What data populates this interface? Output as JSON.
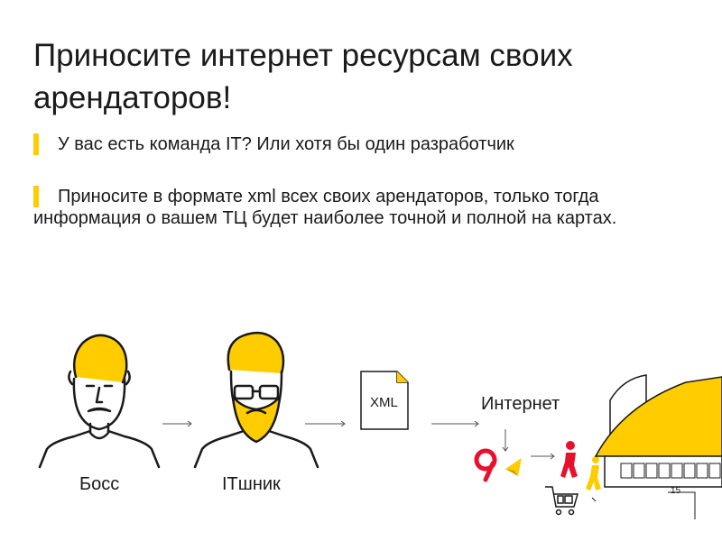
{
  "slide": {
    "title": "Приносите интернет ресурсам своих арендаторов!",
    "bullets": [
      "У вас есть команда IT? Или хотя бы один разработчик",
      "Приносите в формате xml всех своих арендаторов, только тогда информация о вашем ТЦ будет наиболее точной и полной на картах."
    ],
    "page_number": "15"
  },
  "diagram": {
    "boss_label": "Босс",
    "it_label": "ITшник",
    "file_label": "XML",
    "internet_label": "Интернет"
  },
  "colors": {
    "accent": "#ffcc00",
    "brand_red": "#e8112d",
    "text": "#1a1a1a",
    "line": "#333333"
  },
  "icons": [
    "boss-face-icon",
    "developer-face-icon",
    "xml-file-icon",
    "yandex-map-logo-icon",
    "navigator-arrow-icon",
    "people-icon",
    "shopping-mall-icon",
    "shopping-cart-icon"
  ]
}
